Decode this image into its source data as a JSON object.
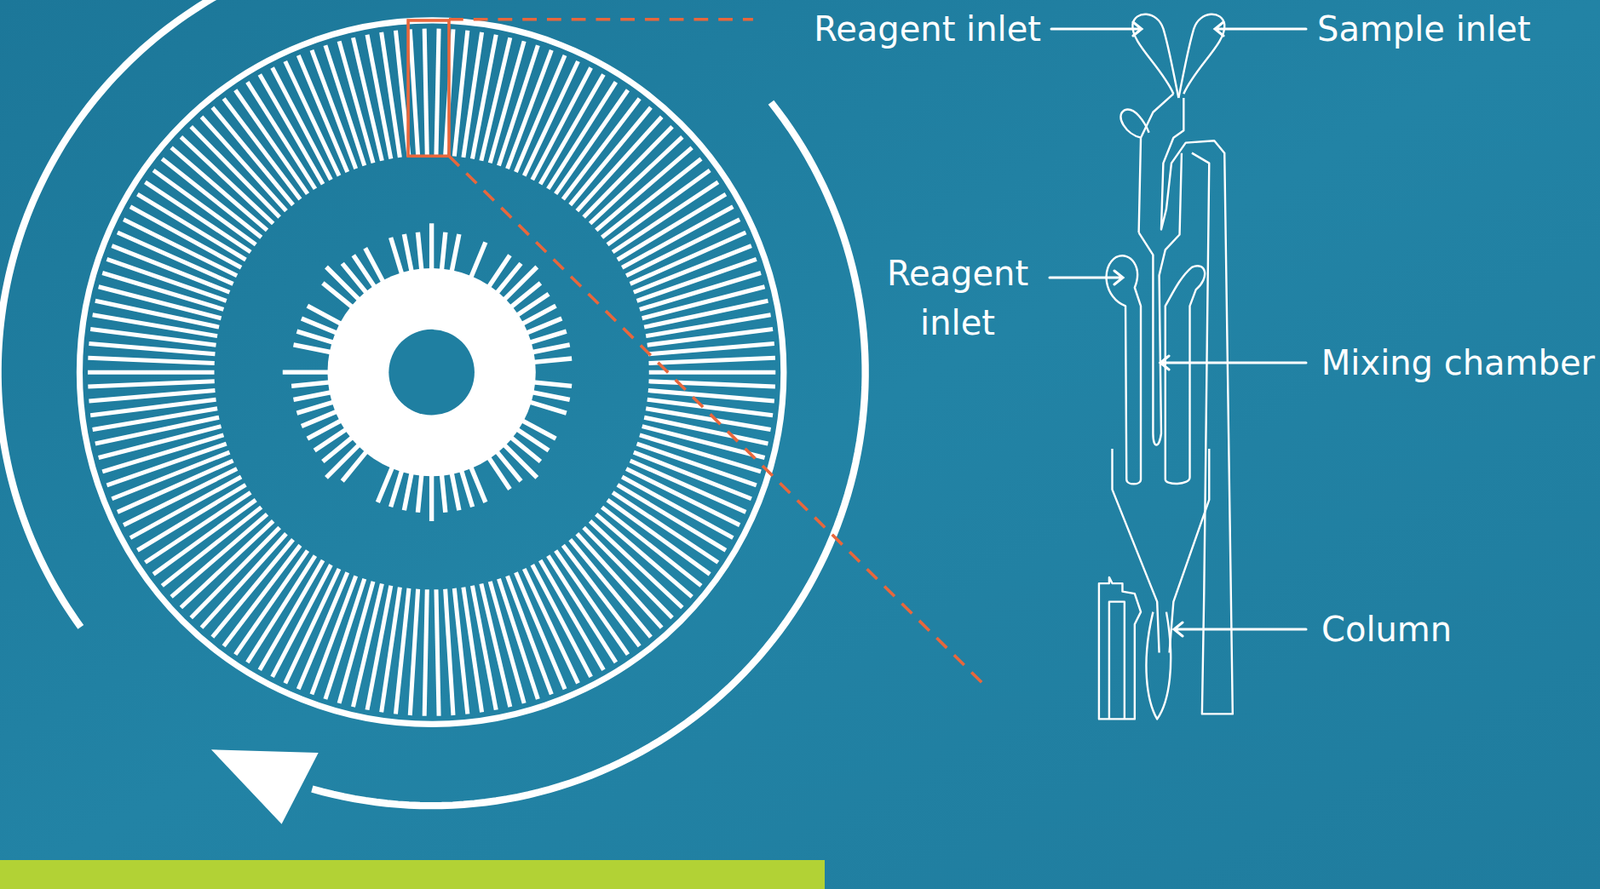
{
  "diagram": {
    "labels": [
      "Reagent inlet",
      "Sample inlet",
      "Reagent inlet",
      "Mixing chamber",
      "Column"
    ]
  }
}
